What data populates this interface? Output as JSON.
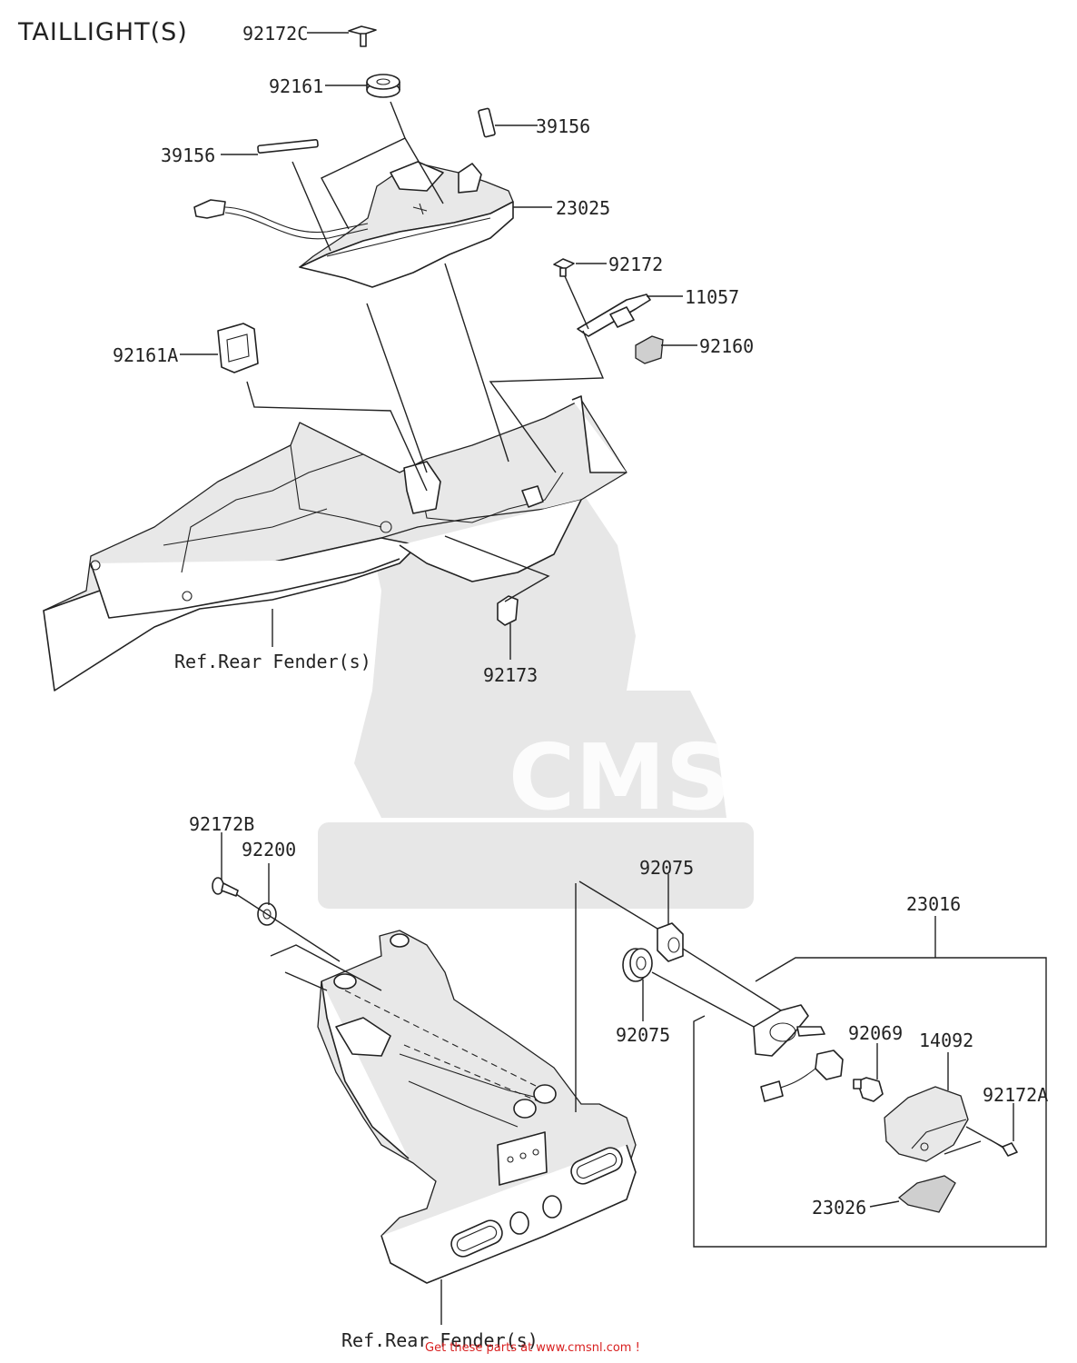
{
  "title": "TAILLIGHT(S)",
  "footer": "Get these parts at www.cmsnl.com !",
  "watermark": {
    "text": "CMS",
    "color": "#d4d4d4"
  },
  "colors": {
    "line": "#222222",
    "footer": "#d81f1f"
  },
  "callouts": {
    "c92172C": "92172C",
    "c92161": "92161",
    "c39156a": "39156",
    "c39156b": "39156",
    "c23025": "23025",
    "c92172": "92172",
    "c11057": "11057",
    "c92160": "92160",
    "c92161A": "92161A",
    "refTop": "Ref.Rear Fender(s)",
    "c92173": "92173",
    "c92172B": "92172B",
    "c92200": "92200",
    "c92075a": "92075",
    "c92075b": "92075",
    "c23016": "23016",
    "c92069": "92069",
    "c14092": "14092",
    "c92172A": "92172A",
    "c23026": "23026",
    "refBottom": "Ref.Rear Fender(s)"
  }
}
